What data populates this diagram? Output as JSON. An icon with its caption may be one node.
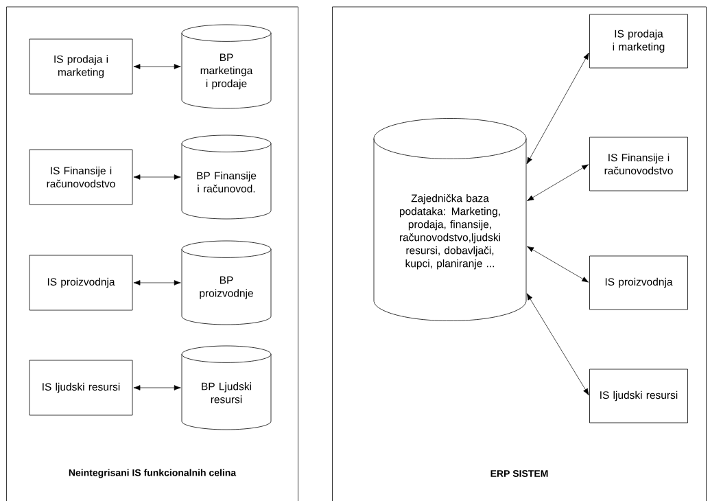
{
  "diagram": {
    "nodes": [
      {
        "text": [
          "Neintegrisani IS funkcionalnih celina"
        ]
      },
      {
        "text": [
          "ERP SISTEM"
        ]
      },
      {
        "text": [
          "IS prodaja i marketing"
        ],
        "in": 0
      },
      {
        "text": [
          "BP marketinga i prodaje"
        ],
        "in": 0
      },
      {
        "text": [
          "IS Finansije i računovodstvo"
        ],
        "in": 0
      },
      {
        "text": [
          "BP Finansije i računovod."
        ],
        "in": 0
      },
      {
        "text": [
          "IS proizvodnja"
        ],
        "in": 0
      },
      {
        "text": [
          "BP proizvodnje"
        ],
        "in": 0
      },
      {
        "text": [
          "IS ljudski resursi"
        ],
        "in": 0
      },
      {
        "text": [
          "BP Ljudski resursi"
        ],
        "in": 0
      },
      {
        "text": [
          "Zajednička baza podataka: Marketing, prodaja, finansije, računovodstvo,ljudski resursi, dobavljači, kupci, planiranje ..."
        ],
        "in": 1
      },
      {
        "text": [
          "IS prodaja i marketing"
        ],
        "in": 1
      },
      {
        "text": [
          "IS Finansije i računovodstvo"
        ],
        "in": 1
      },
      {
        "text": [
          "IS proizvodnja"
        ],
        "in": 1
      },
      {
        "text": [
          "IS ljudski resursi"
        ],
        "in": 1
      }
    ],
    "edges": [
      {
        "from": 2,
        "to": 3,
        "arrow": "both"
      },
      {
        "from": 4,
        "to": 5,
        "arrow": "both"
      },
      {
        "from": 6,
        "to": 7,
        "arrow": "both"
      },
      {
        "from": 8,
        "to": 9,
        "arrow": "both"
      },
      {
        "from": 10,
        "to": 11,
        "arrow": "both"
      },
      {
        "from": 10,
        "to": 12,
        "arrow": "both"
      },
      {
        "from": 10,
        "to": 13,
        "arrow": "both"
      },
      {
        "from": 10,
        "to": 14,
        "arrow": "both"
      }
    ]
  }
}
